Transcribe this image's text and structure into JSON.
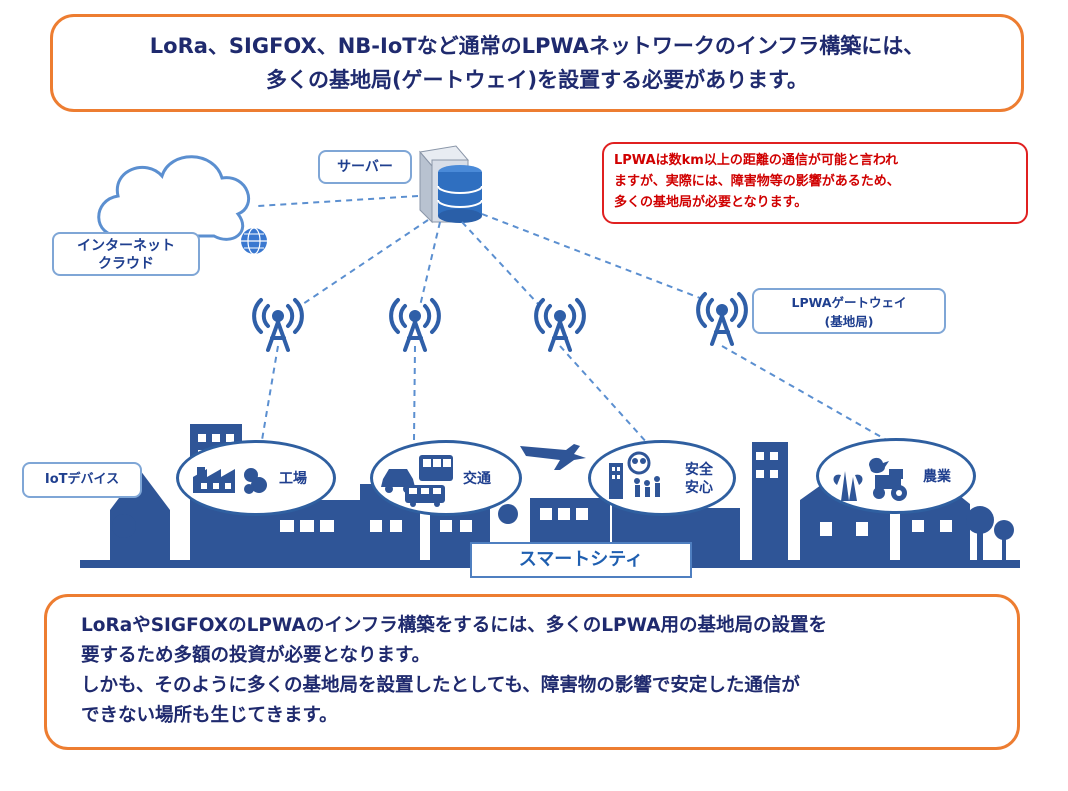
{
  "top_message": {
    "line1": "LoRa、SIGFOX、NB-IoTなど通常のLPWAネットワークのインフラ構築には、",
    "line2": "多くの基地局(ゲートウェイ)を設置する必要があります。"
  },
  "server_label": "サーバー",
  "internet_label": {
    "line1": "インターネット",
    "line2": "クラウド"
  },
  "gateway_label": {
    "line1": "LPWAゲートウェイ",
    "line2": "(基地局)"
  },
  "note": {
    "line1": "LPWAは数km以上の距離の通信が可能と言われ",
    "line2": "ますが、実際には、障害物等の影響があるため、",
    "line3": "多くの基地局が必要となります。"
  },
  "iot_label": "IoTデバイス",
  "devices": {
    "factory": "工場",
    "traffic": "交通",
    "safety_line1": "安全",
    "safety_line2": "安心",
    "agriculture": "農業"
  },
  "smart_city": "スマートシティ",
  "bottom_message": {
    "line1": "LoRaやSIGFOXのLPWAのインフラ構築をするには、多くのLPWA用の基地局の設置を",
    "line2": "要するため多額の投資が必要となります。",
    "line3": "しかも、そのように多くの基地局を設置したとしても、障害物の影響で安定した通信が",
    "line4": "できない場所も生じてきます。"
  },
  "colors": {
    "orange_border": "#ed7d31",
    "navy_text": "#1f2a6e",
    "red_note": "#d00000",
    "city_blue": "#2f5597",
    "dash_line": "#5b8fd0"
  },
  "icons": [
    "cloud-icon",
    "globe-icon",
    "server-icon",
    "antenna-icon",
    "airplane-icon",
    "factory-icon",
    "traffic-icon",
    "family-icon",
    "farm-icon"
  ]
}
